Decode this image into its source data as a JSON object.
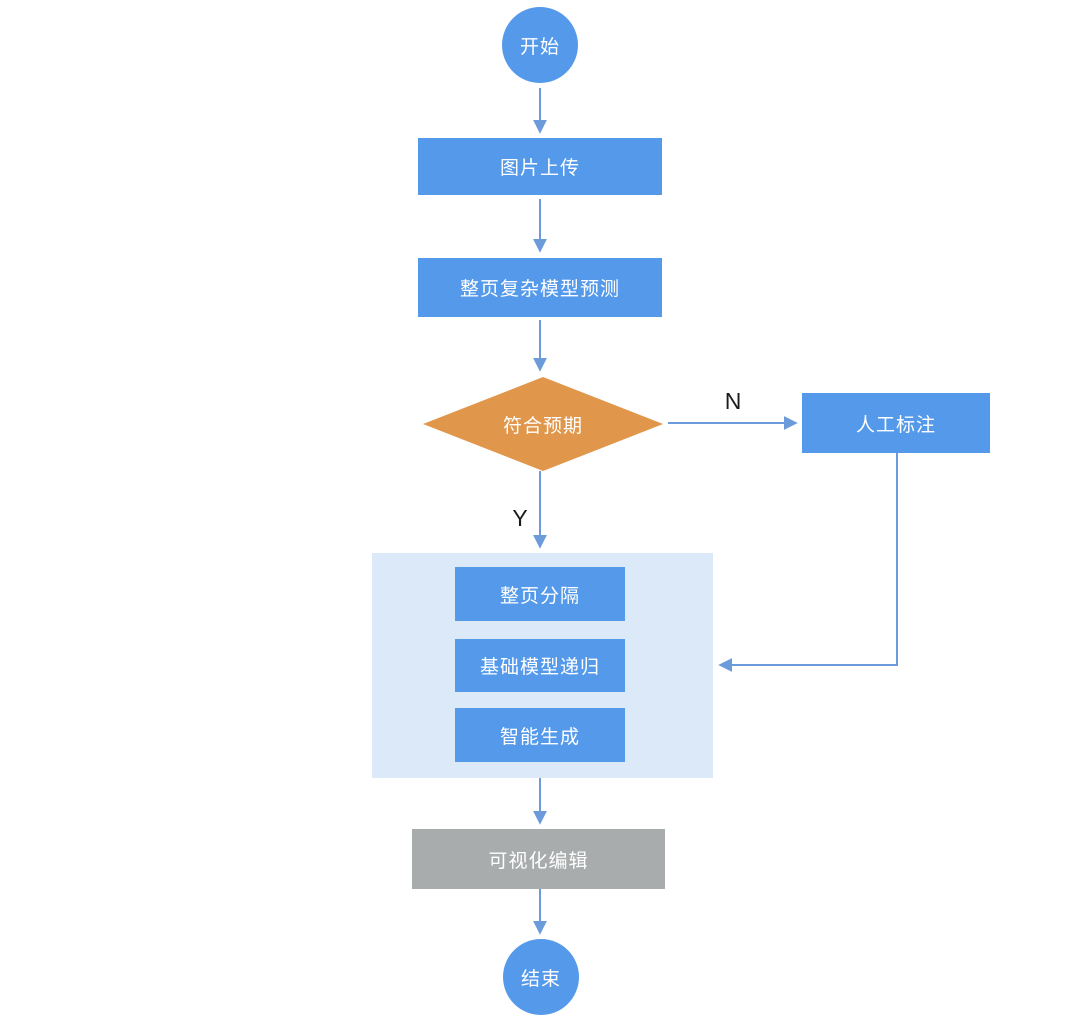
{
  "diagram": {
    "nodes": {
      "start": {
        "label": "开始",
        "shape": "circle"
      },
      "upload": {
        "label": "图片上传",
        "shape": "rect"
      },
      "predict": {
        "label": "整页复杂模型预测",
        "shape": "rect"
      },
      "decision": {
        "label": "符合预期",
        "shape": "diamond"
      },
      "manual": {
        "label": "人工标注",
        "shape": "rect"
      },
      "split": {
        "label": "整页分隔",
        "shape": "rect"
      },
      "recursion": {
        "label": "基础模型递归",
        "shape": "rect"
      },
      "generate": {
        "label": "智能生成",
        "shape": "rect"
      },
      "edit": {
        "label": "可视化编辑",
        "shape": "rect"
      },
      "end": {
        "label": "结束",
        "shape": "circle"
      }
    },
    "branches": {
      "no_label": "N",
      "yes_label": "Y"
    },
    "colors": {
      "node_blue": "#559AEA",
      "container_blue": "#DBE9F8",
      "decision_orange": "#E0974B",
      "edit_gray": "#A9ACAC",
      "arrow": "#6C9BDC",
      "label_text": "#FFFFFF",
      "branch_text": "#1B1B1B"
    }
  }
}
